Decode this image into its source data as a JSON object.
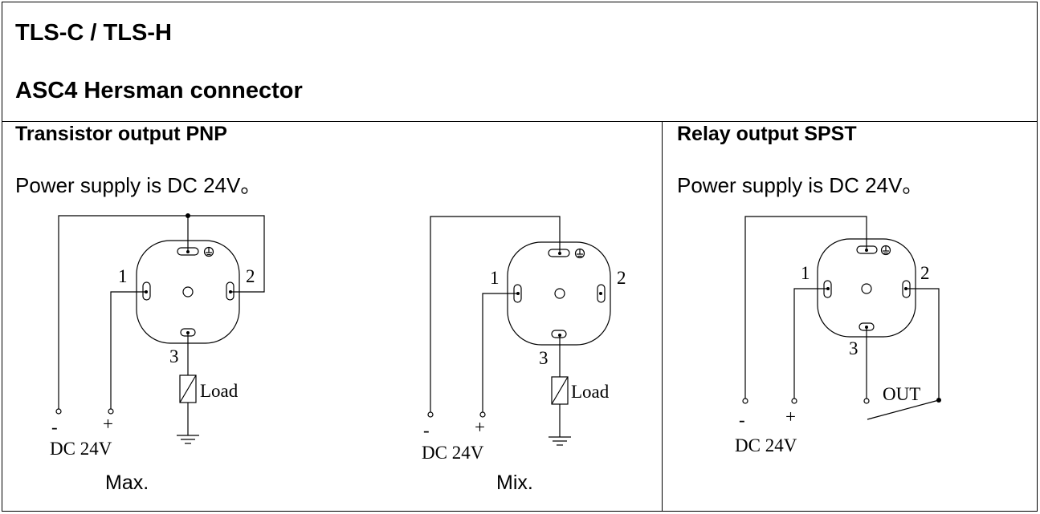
{
  "header": {
    "title_line1": "TLS-C / TLS-H",
    "title_line2": "ASC4 Hersman connector"
  },
  "left_section": {
    "heading": "Transistor output PNP",
    "note": "Power supply is DC 24V。",
    "diagram_a": {
      "pin1": "1",
      "pin2": "2",
      "pin3": "3",
      "load": "Load",
      "minus": "-",
      "plus": "+",
      "supply": "DC 24V",
      "caption": "Max."
    },
    "diagram_b": {
      "pin1": "1",
      "pin2": "2",
      "pin3": "3",
      "load": "Load",
      "minus": "-",
      "plus": "+",
      "supply": "DC 24V",
      "caption": "Mix."
    }
  },
  "right_section": {
    "heading": "Relay output SPST",
    "note": "Power supply is DC 24V。",
    "diagram_c": {
      "pin1": "1",
      "pin2": "2",
      "pin3": "3",
      "out": "OUT",
      "minus": "-",
      "plus": "+",
      "supply": "DC 24V"
    }
  }
}
